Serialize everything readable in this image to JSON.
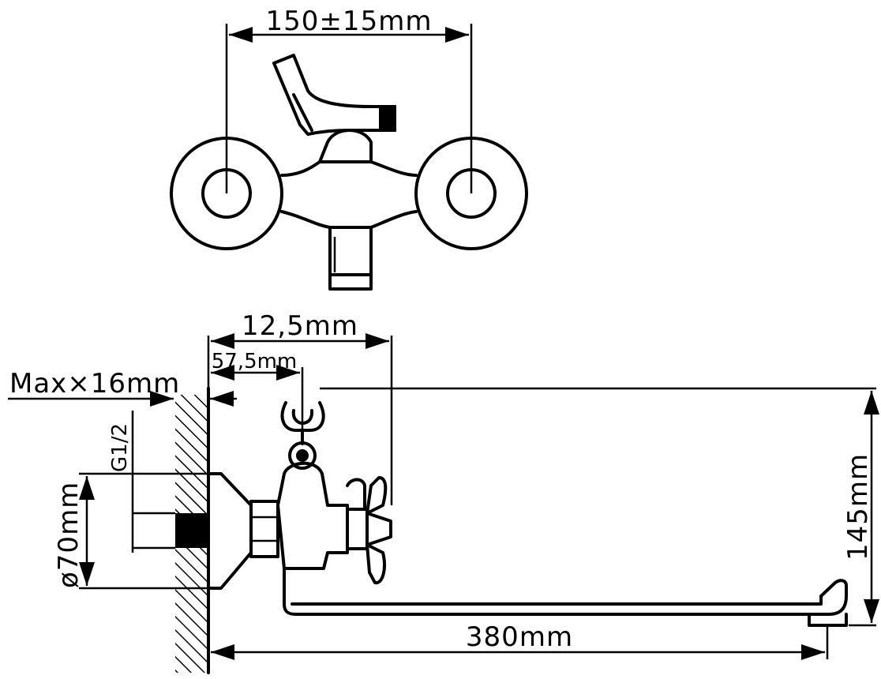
{
  "dimensions": {
    "handle_spacing": "150±15mm",
    "projection_total": "12,5mm",
    "projection_inlet": "57,5mm",
    "max_offset": "Max×16mm",
    "thread": "G1/2",
    "flange_diameter": "ø70mm",
    "height": "145mm",
    "spout_length": "380mm"
  }
}
